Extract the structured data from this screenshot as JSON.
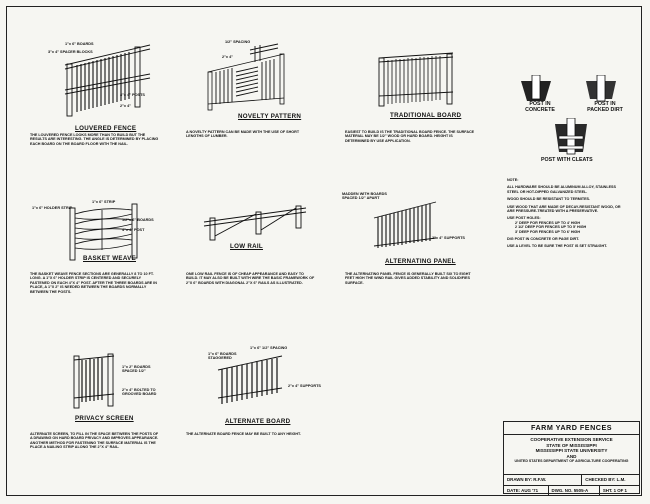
{
  "drawings": {
    "louvered": {
      "title": "LOUVERED FENCE",
      "callouts": [
        "1\"x 6\" BOARDS",
        "3\"x 4\" SPACER BLOCKS",
        "4\"x 4\" POSTS",
        "2\"x 4\""
      ],
      "text": "THE LOUVERED FENCE LOOKS MORE THAN TO BUILD BUT THE RESULTS ARE INTERESTING. THE ANGLE IS DETERMINED BY PLACING EACH BOARD ON THE BOARD FLOOR WITH THE NAIL."
    },
    "novelty": {
      "title": "NOVELTY PATTERN",
      "callouts": [
        "1/2\" SPACING",
        "2\"x 4\""
      ],
      "text": "A NOVELTY PATTERN CAN BE MADE WITH THE USE OF SHORT LENGTHS OF LUMBER."
    },
    "traditional": {
      "title": "TRADITIONAL BOARD",
      "text": "EASIEST TO BUILD IS THE TRADITIONAL BOARD FENCE. THE SURFACE MATERIAL MAY BE 1/2\" WOOD OR HARD BOARD. HEIGHT IS DETERMINED BY USE APPLICATION."
    },
    "posts": {
      "concrete": "POST IN CONCRETE",
      "dirt": "POST IN PACKED DIRT",
      "cleats": "POST WITH CLEATS"
    },
    "basket": {
      "title": "BASKET WEAVE",
      "callouts": [
        "1\"x 6\" HOLDER STRIP",
        "1\"x 6\" STRIP",
        "1/2\"x 6\" BOARDS",
        "4\"x 4\" POST"
      ],
      "text": "THE BASKET WEAVE FENCE SECTIONS ARE GENERALLY 8 TO 10 FT. LONG. A 1\"x 6\" HOLDER STRIP IS CENTERED AND SECURELY FASTENED ON EACH 4\"x 4\" POST. AFTER THE THREE BOARDS ARE IN PLACE, A 1\"x 2\" IS NEEDED BETWEEN THE BOARDS NORMALLY BETWEEN THE POSTS."
    },
    "lowrail": {
      "title": "LOW RAIL",
      "text": "ONE LOW RAIL FENCE IS OF CHEAP APPEARANCE AND EASY TO BUILD. IT MAY ALSO BE BUILT WITH WIRE THE BASIC FRAMEWORK OF 2\"x 6\" BOARDS WITH DIAGONAL 2\"x 6\" RAILS AS ILLUSTRATED."
    },
    "alternating": {
      "title": "ALTERNATING PANEL",
      "callouts": [
        "MADDEN WITH BOARDS SPACED 1/2\" APART",
        "2\"x 4\" SUPPORTS"
      ],
      "text": "THE ALTERNATING PANEL FENCE IS GENERALLY BUILT SIX TO EIGHT FEET HIGH THE WIND RAIL GIVES ADDED STABILITY AND SOLIDIFIES SURFACE."
    },
    "privacy": {
      "title": "PRIVACY SCREEN",
      "callouts": [
        "1\"x 2\" BOARDS SPACED 1/2\"",
        "2\"x 4\" BOLTED TO GROOVED BOARD"
      ],
      "text": "ALTERNATE SCREEN, TO FILL IN THE SPACE BETWEEN THE POSTS OF A DRAWING ON HARD BOARD PRIVACY AND IMPROVES APPEARANCE. ANOTHER METHOD FOR FASTENING THE SURFACE MATERIAL IS THE PLACE A NAILING STRIP ALONG THE 2\"x 4\" RAIL."
    },
    "alternate": {
      "title": "ALTERNATE BOARD",
      "callouts": [
        "1\"x 6\" 1/2\" SPACING",
        "1\"x 6\" BOARDS STAGGERED",
        "2\"x 4\" SUPPORTS"
      ],
      "text": "THE ALTERNATE BOARD FENCE MAY BE BUILT TO ANY HEIGHT."
    }
  },
  "notes": {
    "heading": "NOTE:",
    "items": [
      "ALL HARDWARE SHOULD BE ALUMINUM ALLOY, STAINLESS STEEL OR HOT-DIPPED GALVANIZED STEEL.",
      "WOOD SHOULD BE RESISTANT TO TERMITES.",
      "USE WOOD THAT ARE MADE OF DECAY-RESISTANT WOOD, OR ARE PRESSURE-TREATED WITH A PRESERVATIVE.",
      "USE POST HOLES:",
      "DIG POST IN CONCRETE OR PAGE DIRT.",
      "USE A LEVEL TO BE SURE THE POST IS SET STRAIGHT."
    ],
    "post_holes": [
      "2' DEEP FOR FENCES UP TO 4' HIGH",
      "2 1/2' DEEP FOR FENCES UP TO 5' HIGH",
      "3' DEEP FOR FENCES UP TO 6' HIGH"
    ]
  },
  "title_block": {
    "title": "FARM YARD FENCES",
    "org1": "COOPERATIVE EXTENSION SERVICE",
    "org2": "STATE OF MISSISSIPPI",
    "org3": "MISSISSIPPI STATE UNIVERSITY",
    "org4": "AND",
    "org5": "UNITED STATES DEPARTMENT OF AGRICULTURE COOPERATING",
    "drawn": "DRAWN BY: R.F.W.",
    "checked": "CHECKED BY: L.M.",
    "date": "DATE: AUG '71",
    "dwg": "DWG. NO. 5505-A",
    "sht": "SHT. 1 OF 1"
  }
}
